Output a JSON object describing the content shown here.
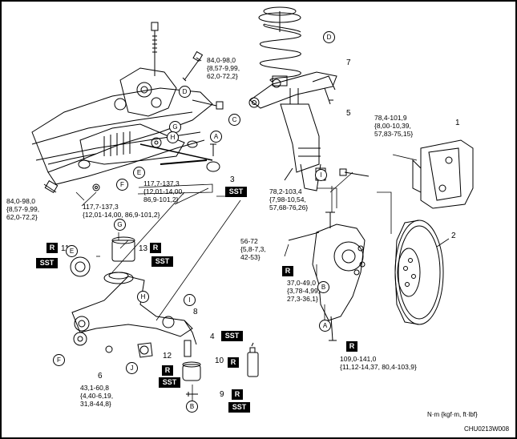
{
  "torque_specs": {
    "t1": "84,0-98,0\n{8,57-9,99,\n62,0-72,2}",
    "t2": "117,7-137,3\n{12,01-14,00,\n86,9-101,2}",
    "t3": "84,0-98,0\n{8,57-9,99,\n62,0-72,2}",
    "t4": "117,7-137,3\n{12,01-14,00, 86,9-101,2}",
    "t5": "78,4-101,9\n{8,00-10,39,\n57,83-75,15}",
    "t6": "78,2-103,4\n{7,98-10,54,\n57,68-76,26}",
    "t7": "56-72\n{5,8-7,3,\n42-53}",
    "t8": "37,0-49,0\n{3,78-4,99,\n27,3-36,1}",
    "t9": "109,0-141,0\n{11,12-14,37, 80,4-103,9}",
    "t10": "43,1-60,8\n{4,40-6,19,\n31,8-44,8}"
  },
  "part_numbers": [
    "1",
    "2",
    "3",
    "4",
    "5",
    "6",
    "7",
    "8",
    "9",
    "10",
    "11",
    "12",
    "13"
  ],
  "letters": [
    "A",
    "B",
    "C",
    "D",
    "E",
    "F",
    "G",
    "H",
    "I",
    "J"
  ],
  "tags": {
    "r": "R",
    "sst": "SST"
  },
  "footer": {
    "unit": "N·m {kgf·m, ft·lbf}",
    "code": "CHU0213W008"
  }
}
